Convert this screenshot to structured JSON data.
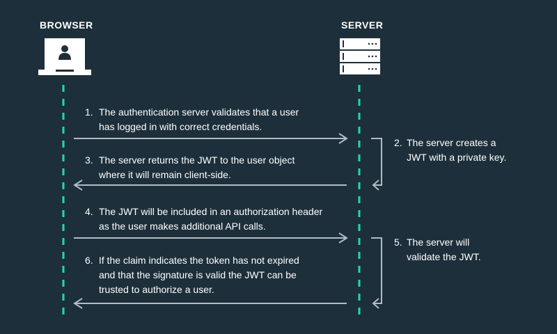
{
  "actors": {
    "browser": {
      "label": "BROWSER",
      "icon": "laptop-user-icon"
    },
    "server": {
      "label": "SERVER",
      "icon": "server-rack-icon"
    }
  },
  "colors": {
    "background": "#1d2f3a",
    "lifeline": "#1ed9b2",
    "arrow": "#b3bcc4",
    "text": "#ffffff",
    "icon_fill": "#ffffff",
    "icon_dark": "#1d2f3a"
  },
  "steps": [
    {
      "number": "1.",
      "lines": [
        "The authentication server validates that a user",
        "has logged in with correct credentials."
      ],
      "direction": "to-server"
    },
    {
      "number": "2.",
      "lines": [
        "The server creates a",
        "JWT with a private key."
      ],
      "direction": "self"
    },
    {
      "number": "3.",
      "lines": [
        "The server returns the JWT to the user object",
        "where it will remain client-side."
      ],
      "direction": "to-browser"
    },
    {
      "number": "4.",
      "lines": [
        "The JWT will be included in an authorization header",
        "as the user makes additional API calls."
      ],
      "direction": "to-server"
    },
    {
      "number": "5.",
      "lines": [
        "The server will",
        "validate the JWT."
      ],
      "direction": "self"
    },
    {
      "number": "6.",
      "lines": [
        " If the claim indicates the token has not expired",
        "and that the signature is valid the JWT can be",
        "trusted to authorize a user."
      ],
      "direction": "to-browser"
    }
  ]
}
